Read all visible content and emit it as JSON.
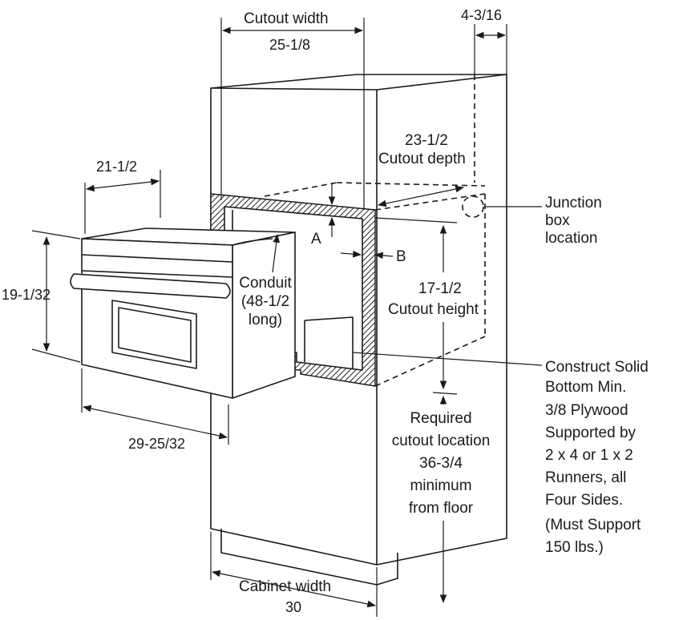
{
  "labels": {
    "cutout_width": "Cutout width",
    "cutout_width_value": "25-1/8",
    "side_offset_value": "4-3/16",
    "cutout_depth_value": "23-1/2",
    "cutout_depth": "Cutout depth",
    "oven_depth_value": "21-1/2",
    "junction_box": [
      "Junction",
      "box",
      "location"
    ],
    "label_a": "A",
    "label_b": "B",
    "conduit": [
      "Conduit",
      "(48-1/2",
      "long)"
    ],
    "cutout_height_value": "17-1/2",
    "cutout_height": "Cutout height",
    "oven_height_value": "19-1/32",
    "bottom_note": [
      "Construct Solid",
      "Bottom Min.",
      "3/8  Plywood",
      "Supported by",
      "2 x 4 or 1 x 2",
      "Runners, all",
      "Four Sides.",
      "(Must Support",
      "150 lbs.)"
    ],
    "oven_width_value": "29-25/32",
    "required_location": [
      "Required",
      "cutout location",
      "36-3/4",
      "minimum",
      "from floor"
    ],
    "cabinet_width": "Cabinet width",
    "cabinet_width_value": "30"
  }
}
